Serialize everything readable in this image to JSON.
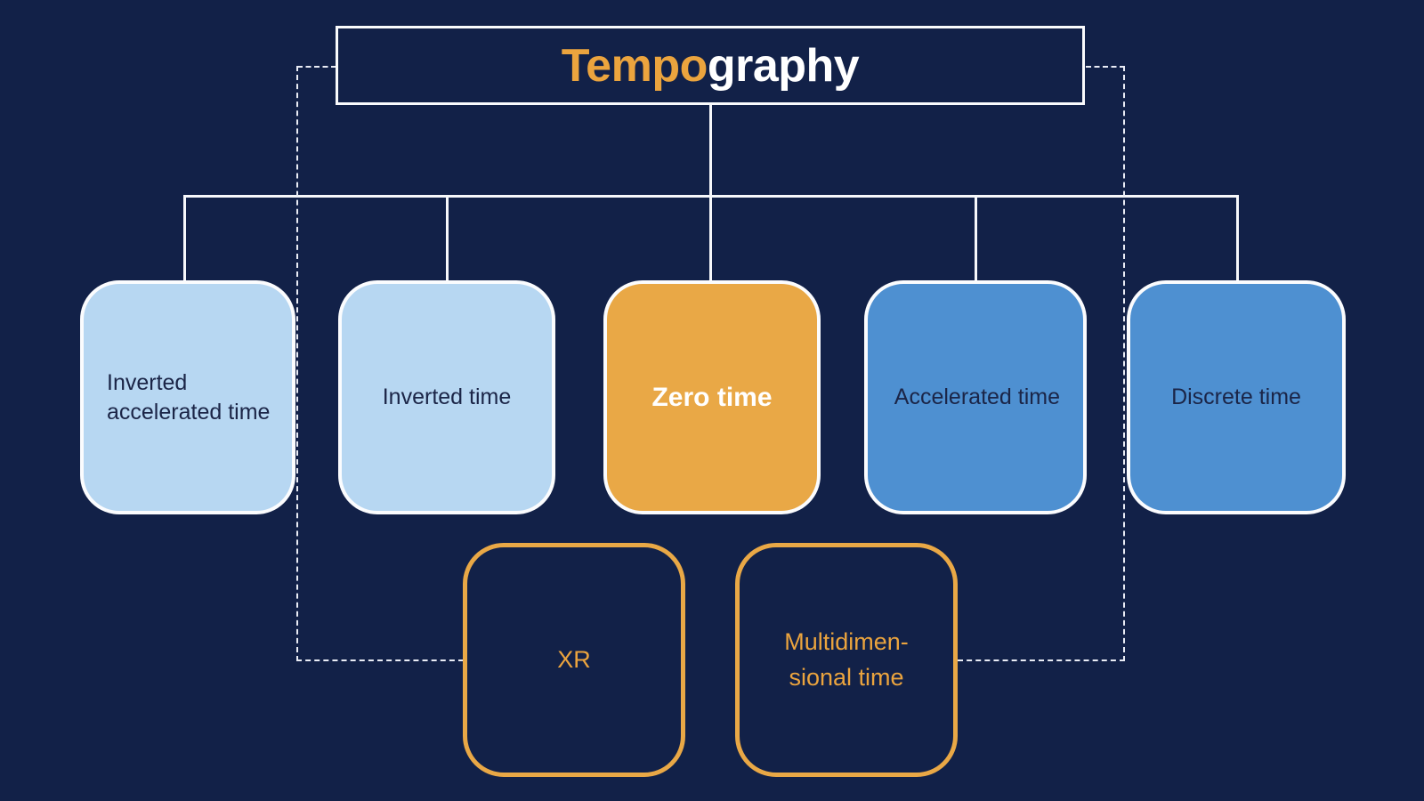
{
  "diagram": {
    "title": {
      "accent": "Tempo",
      "rest": "graphy"
    },
    "level1": [
      {
        "id": "inverted-accelerated-time",
        "label": "Inverted accelerated time",
        "fill": "#b7d7f2",
        "text_color": "#1b2547",
        "align": "left"
      },
      {
        "id": "inverted-time",
        "label": "Inverted time",
        "fill": "#b7d7f2",
        "text_color": "#1b2547",
        "align": "center"
      },
      {
        "id": "zero-time",
        "label": "Zero time",
        "fill": "#e9a846",
        "text_color": "#ffffff",
        "align": "center"
      },
      {
        "id": "accelerated-time",
        "label": "Accelerated time",
        "fill": "#4e90d1",
        "text_color": "#1b2547",
        "align": "right"
      },
      {
        "id": "discrete-time",
        "label": "Discrete time",
        "fill": "#4e90d1",
        "text_color": "#1b2547",
        "align": "center"
      }
    ],
    "level2": [
      {
        "id": "xr",
        "label": "XR",
        "outline": "#e9a846",
        "text_color": "#eba43e"
      },
      {
        "id": "multidimensional-time",
        "label": "Multidimen-\nsional time",
        "outline": "#e9a846",
        "text_color": "#eba43e"
      }
    ],
    "colors": {
      "background": "#122148",
      "accent_orange": "#e9a846",
      "light_blue": "#b7d7f2",
      "medium_blue": "#4e90d1",
      "dark_text": "#1b2547",
      "connector_white": "#f7f8fb"
    }
  }
}
